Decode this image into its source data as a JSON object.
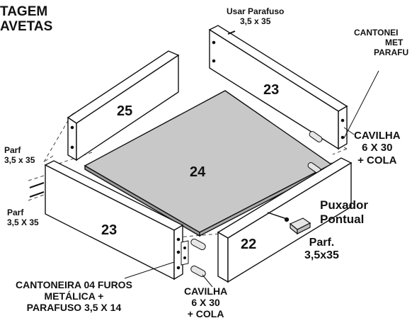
{
  "title": {
    "line1": "TAGEM",
    "line2": "AVETAS"
  },
  "parts": {
    "p25": "25",
    "p23_back": "23",
    "p24": "24",
    "p23_side": "23",
    "p22": "22"
  },
  "labels": {
    "usar_parafuso": {
      "line1": "Usar Parafuso",
      "line2": "3,5 x 35"
    },
    "cantoneira_top": {
      "line1": "CANTONEI",
      "line2": "MET",
      "line3": "PARAFU"
    },
    "parf_left_top": {
      "line1": "Parf",
      "line2": "3,5 x 35"
    },
    "parf_left_bottom": {
      "line1": "Parf",
      "line2": "3,5 X 35"
    },
    "cavilha_right": {
      "line1": "CAVILHA",
      "line2": "6 X 30",
      "line3": "+ COLA"
    },
    "puxador": {
      "line1": "Puxador",
      "line2": "Pontual"
    },
    "parf_puxador": {
      "line1": "Parf.",
      "line2": "3,5x35"
    },
    "cantoneira_bottom": {
      "line1": "CANTONEIRA 04 FUROS",
      "line2": "METÁLICA +",
      "line3": "PARAFUSO 3,5 X 14"
    },
    "cavilha_bottom": {
      "line1": "CAVILHA",
      "line2": "6 X 30",
      "line3": "+ COLA"
    }
  },
  "colors": {
    "panel_fill": "#ffffff",
    "board_fill": "#c8c8c8",
    "line": "#111111",
    "dashed": "#444444",
    "handle_fill": "#e6e6e6"
  }
}
